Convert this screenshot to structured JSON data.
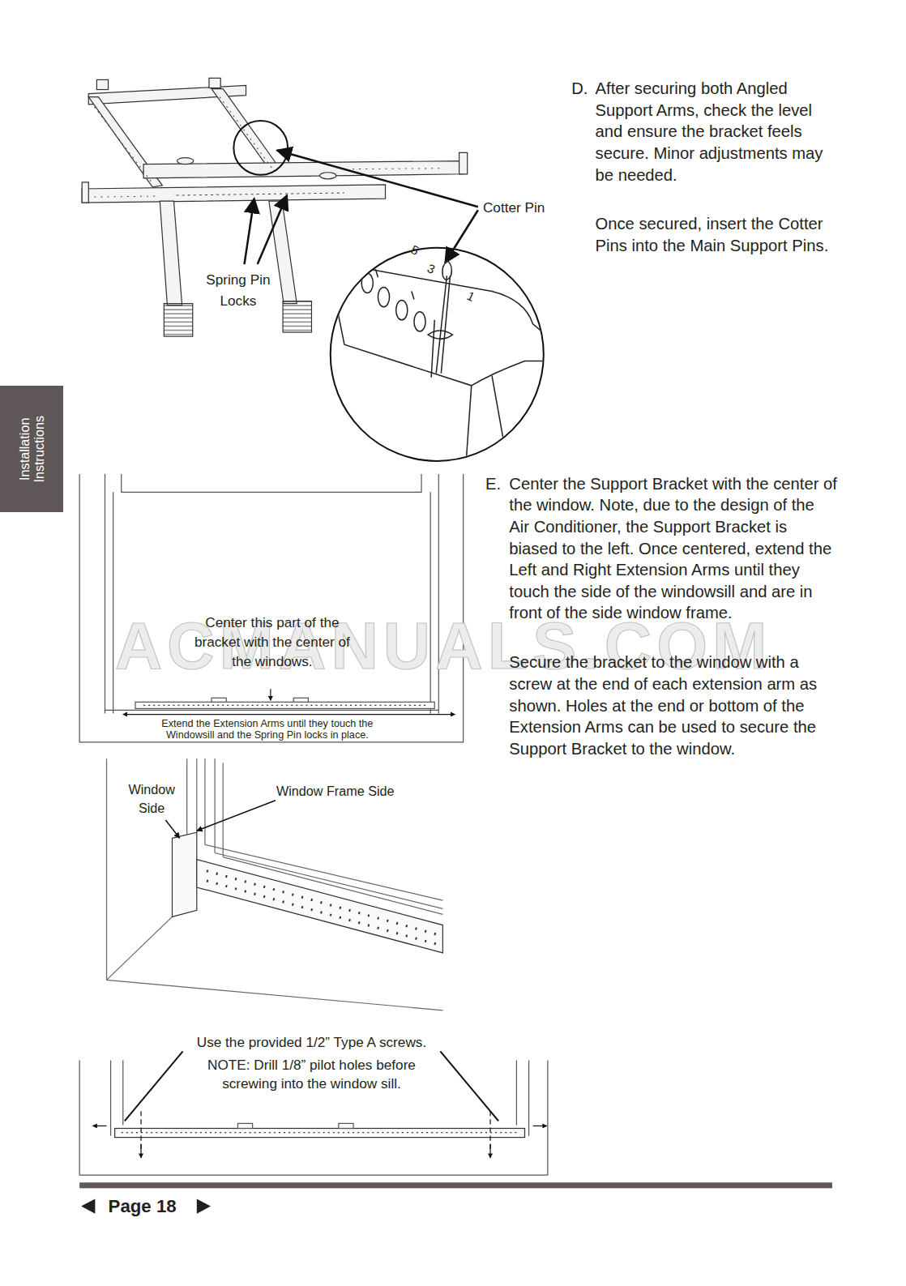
{
  "diagram": {
    "nodes": [
      {
        "text": [
          "Installation Instructions"
        ]
      }
    ],
    "labels": [
      "D.",
      "After securing both Angled Support Arms, check the level and ensure the bracket feels secure. Minor adjustments may be needed.",
      "Once secured, insert the Cotter Pins into the Main Support Pins.",
      "Cotter Pin",
      "Spring Pin Locks",
      "5",
      "3",
      "1",
      "E.",
      "Center the Support Bracket with the center of the window. Note, due to the design of the Air Conditioner, the Support Bracket is biased to the left. Once centered, extend the Left and Right Extension Arms until they touch the side of the windowsill and are in front of the side window frame.",
      "Secure the bracket to the window with a screw at the end of each extension arm as shown. Holes at the end or bottom of the Extension Arms can be used to secure the Support Bracket to the window.",
      "Center this part of the bracket with the center of the windows.",
      "Extend the Extension Arms until they touch the Windowsill and the Spring Pin locks in place.",
      "Window Side",
      "Window Frame Side",
      "Use the provided 1/2” Type A screws.",
      "NOTE: Drill 1/8” pilot holes before screwing into the window sill.",
      "ACMANUALS.COM",
      "Page 18"
    ]
  }
}
